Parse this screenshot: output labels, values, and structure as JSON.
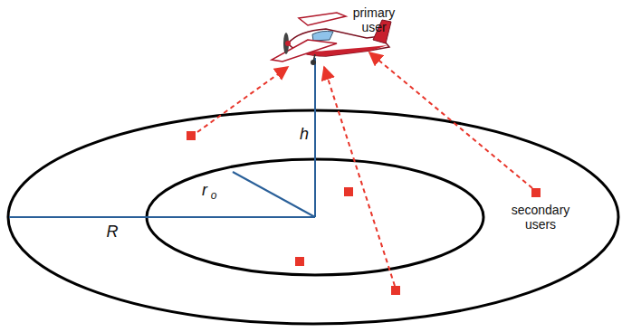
{
  "diagram": {
    "labels": [
      "primary user",
      "h",
      "r",
      "o",
      "R",
      "secondary users"
    ]
  }
}
